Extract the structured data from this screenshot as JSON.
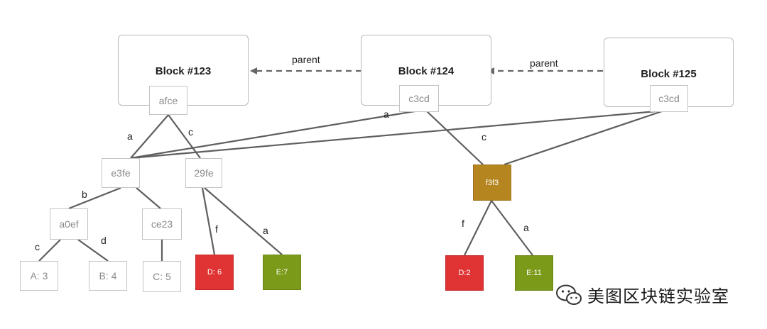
{
  "blocks": [
    {
      "title": "Block #123",
      "hash": "afce"
    },
    {
      "title": "Block #124",
      "hash": "c3cd"
    },
    {
      "title": "Block #125",
      "hash": "c3cd"
    }
  ],
  "parent_label": "parent",
  "tree_nodes": {
    "e3fe": "e3fe",
    "n29fe": "29fe",
    "a0ef": "a0ef",
    "ce23": "ce23",
    "f3f3": "f3f3"
  },
  "leaves": {
    "A": "A: 3",
    "B": "B: 4",
    "C": "C: 5",
    "D6": "D: 6",
    "E7": "E:7",
    "D2": "D:2",
    "E11": "E:11"
  },
  "edge_labels": {
    "a1": "a",
    "c1": "c",
    "a2": "a",
    "c2": "c",
    "b": "b",
    "d": "d",
    "c3": "c",
    "f1": "f",
    "a3": "a",
    "f2": "f",
    "a4": "a"
  },
  "colors": {
    "leaf_red": "#e03434",
    "leaf_green": "#7c9a1a",
    "node_gold": "#b58520"
  },
  "watermark": {
    "text": "美图区块链实验室",
    "icon": "wechat-icon"
  }
}
